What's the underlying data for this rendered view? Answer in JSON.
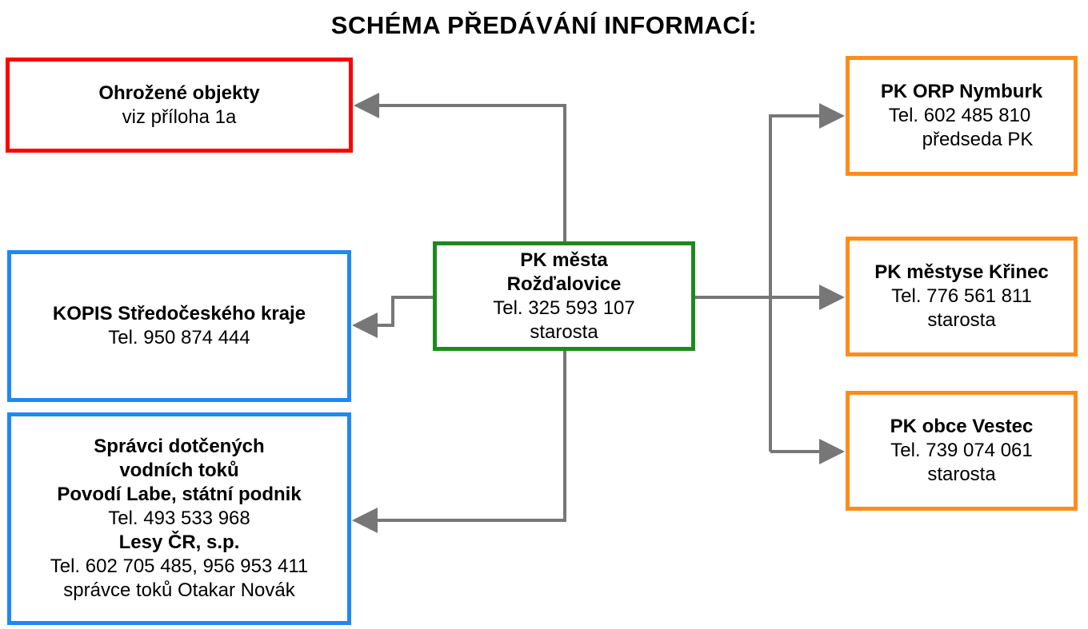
{
  "title": "SCHÉMA PŘEDÁVÁNÍ INFORMACÍ:",
  "colors": {
    "red": "#ff0000",
    "blue": "#1e88f5",
    "green": "#1e8a1e",
    "orange": "#ff8c1a",
    "arrow": "#777777"
  },
  "center": {
    "line1": "PK města",
    "line2": "Rožďalovice",
    "line3": "Tel. 325 593 107",
    "line4": "starosta"
  },
  "ohrozene": {
    "line1": "Ohrožené objekty",
    "line2": "viz příloha 1a"
  },
  "kopis": {
    "line1": "KOPIS Středočeského kraje",
    "line2": "Tel. 950 874 444"
  },
  "spravci": {
    "line1": "Správci dotčených",
    "line2": "vodních toků",
    "line3": "Povodí Labe, státní podnik",
    "line4": "Tel. 493 533 968",
    "line5": "Lesy ČR, s.p.",
    "line6": "Tel. 602 705 485, 956 953 411",
    "line7": "správce toků Otakar Novák"
  },
  "orp": {
    "line1": "PK ORP Nymburk",
    "line2": "Tel. 602 485 810",
    "line3": "předseda PK"
  },
  "krinec": {
    "line1": "PK městyse Křinec",
    "line2": "Tel. 776 561 811",
    "line3": "starosta"
  },
  "vestec": {
    "line1": "PK obce Vestec",
    "line2": "Tel. 739 074 061",
    "line3": "starosta"
  }
}
